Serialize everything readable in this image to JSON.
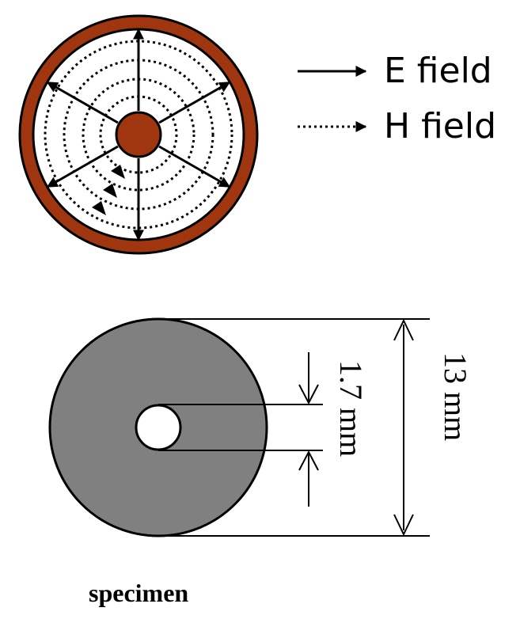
{
  "legend": {
    "e_field_label": "E field",
    "h_field_label": "H field"
  },
  "dimensions": {
    "inner_label": "1.7 mm",
    "outer_label": "13 mm"
  },
  "caption": "specimen",
  "colors": {
    "conductor": "#A0360F",
    "specimen": "#808080",
    "line": "#000000"
  }
}
